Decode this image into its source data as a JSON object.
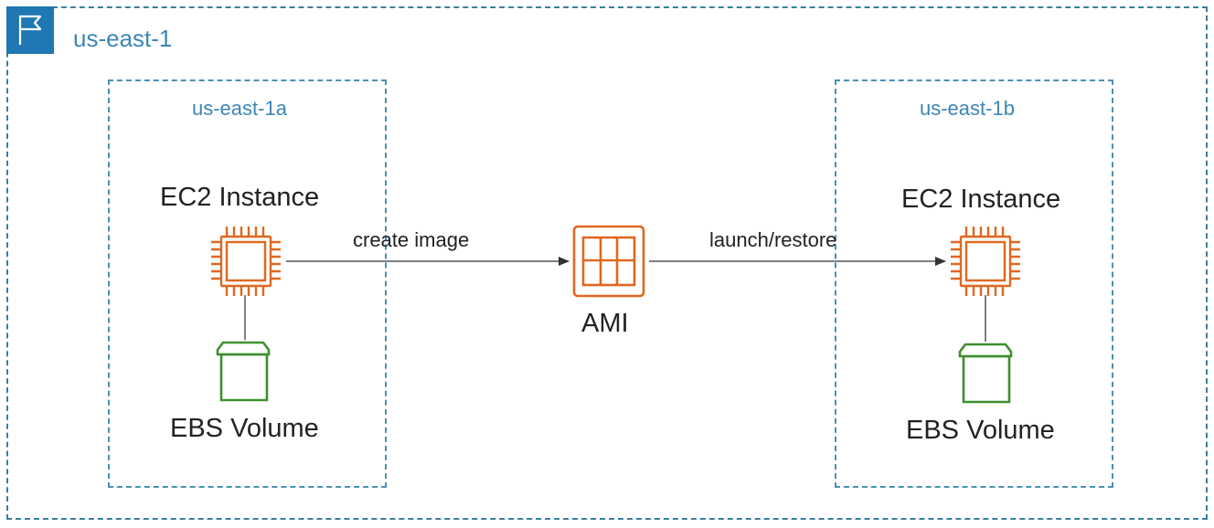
{
  "region": {
    "label": "us-east-1",
    "icon": "region-flag-icon",
    "color": "#1f78b4"
  },
  "zones": [
    {
      "label": "us-east-1a",
      "ec2_label": "EC2 Instance",
      "ebs_label": "EBS Volume"
    },
    {
      "label": "us-east-1b",
      "ec2_label": "EC2 Instance",
      "ebs_label": "EBS Volume"
    }
  ],
  "ami": {
    "label": "AMI",
    "icon": "ami-icon"
  },
  "edges": {
    "create": "create image",
    "launch": "launch/restore"
  },
  "colors": {
    "ec2": "#e0681f",
    "ebs": "#3e8f2e",
    "ami": "#e0681f",
    "dashed_border": "#3b7ea1"
  }
}
